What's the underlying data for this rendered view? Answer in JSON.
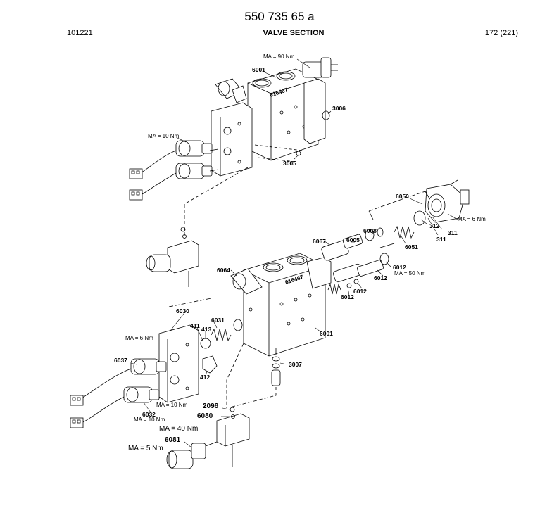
{
  "header": {
    "doc_number": "550 735 65 a",
    "code": "101221",
    "section_title": "VALVE SECTION",
    "page_ref": "172 (221)"
  },
  "callouts": {
    "p6001_top": "6001",
    "p3006": "3006",
    "p3005": "3005",
    "p6050": "6050",
    "p312": "312",
    "p311a": "311",
    "p311b": "311",
    "p6067": "6067",
    "p6005": "6005",
    "p6008": "6008",
    "p6051": "6051",
    "p6064": "6064",
    "p6012a": "6012",
    "p6012b": "6012",
    "p6012c": "6012",
    "p6012d": "6012",
    "p6030": "6030",
    "p6031": "6031",
    "p411": "411",
    "p413": "413",
    "p412": "412",
    "p6001_mid": "6001",
    "p3007": "3007",
    "p6037": "6037",
    "p6032": "6032",
    "p2098": "2098",
    "p6080": "6080",
    "p6081": "6081"
  },
  "torques": {
    "t90": "MA = 90 Nm",
    "t10_top": "MA = 10 Nm",
    "t6_right": "MA = 6 Nm",
    "t50": "MA = 50 Nm",
    "t6_left": "MA = 6 Nm",
    "t10_mid": "MA = 10 Nm",
    "t10_low": "MA = 10 Nm",
    "t40": "MA = 40 Nm",
    "t5": "MA = 5 Nm"
  },
  "stamps": {
    "top_block": "616467",
    "mid_block": "616467"
  }
}
